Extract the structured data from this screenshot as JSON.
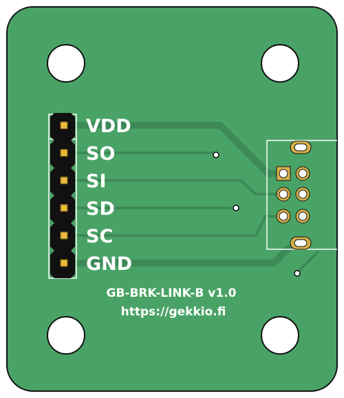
{
  "colors": {
    "board": "#4aa366",
    "board_edge": "#111111",
    "trace": "#3d8a58",
    "silkscreen": "#ffffff",
    "copper_pad": "#d7b04a",
    "pin_header": "#111111",
    "pin_copper": "#e8b93a"
  },
  "header": {
    "pins": [
      "VDD",
      "SO",
      "SI",
      "SD",
      "SC",
      "GND"
    ]
  },
  "board": {
    "name": "GB-BRK-LINK-B v1.0",
    "url": "https://gekkio.fi"
  }
}
